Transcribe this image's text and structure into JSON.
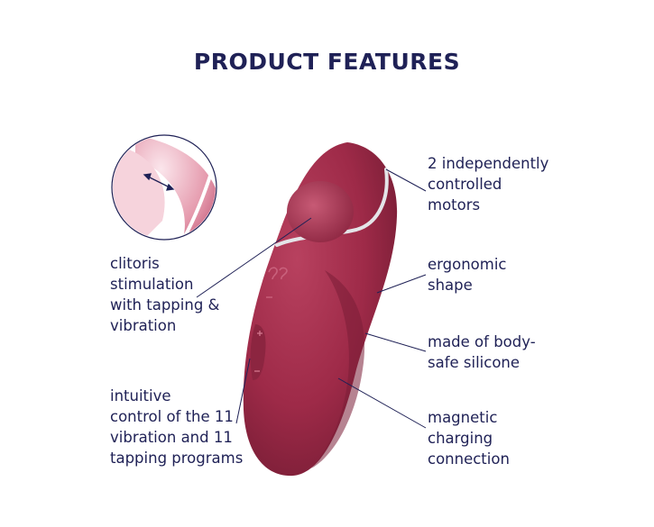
{
  "title": "PRODUCT FEATURES",
  "colors": {
    "navy": "#1f2156",
    "product": "#9e2a48",
    "product_dark": "#7a1d36",
    "product_light": "#c04a68",
    "ring": "#d8d8dc"
  },
  "features": {
    "motors": "2 independently\ncontrolled\nmotors",
    "shape": "ergonomic\nshape",
    "silicone": "made of body-\nsafe silicone",
    "charging": "magnetic\ncharging\nconnection",
    "stimulation": "clitoris\nstimulation\nwith tapping &\nvibration",
    "control": "intuitive\ncontrol of the 11\nvibration and 11\ntapping programs"
  },
  "icons": {
    "detail": "tapping-detail-icon",
    "arrow": "double-arrow-icon",
    "logo": "brand-logo-icon",
    "plus": "plus-icon",
    "minus": "minus-icon"
  }
}
